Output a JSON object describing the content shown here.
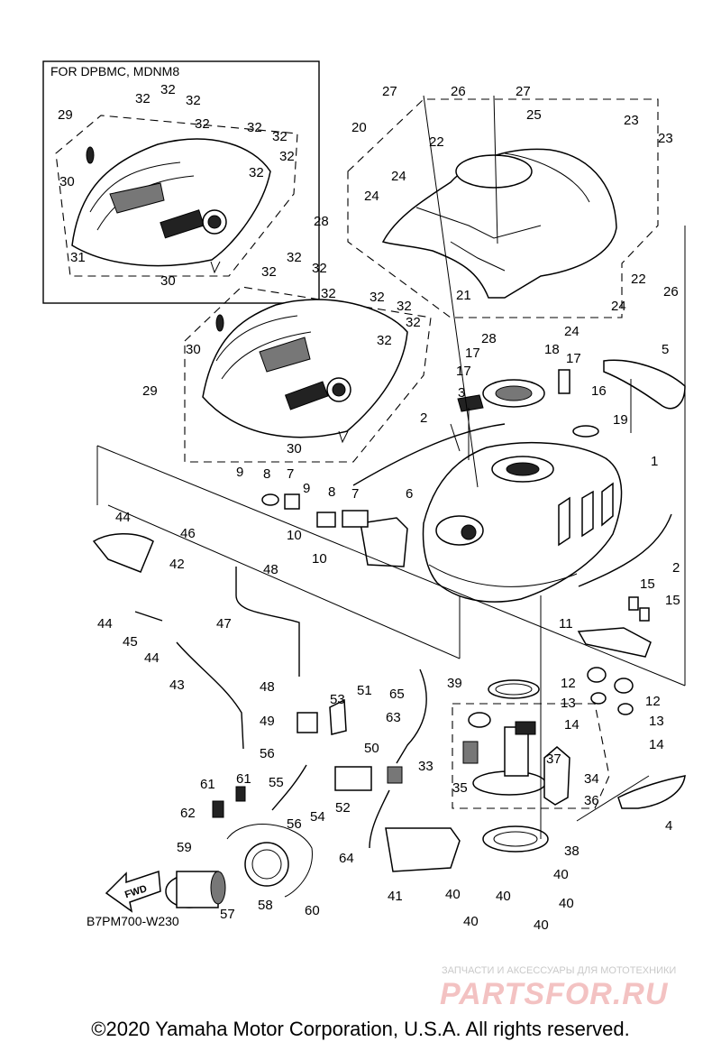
{
  "inset_title": "FOR DPBMC, MDNM8",
  "diagram_code": "B7PM700-W230",
  "fwd_label": "FWD",
  "watermark": {
    "caption": "ЗАПЧАСТИ И АКСЕССУАРЫ ДЛЯ МОТОТЕХНИКИ",
    "logo": "PARTSFOR.RU"
  },
  "copyright": "©2020 Yamaha Motor Corporation, U.S.A. All rights reserved.",
  "callouts": {
    "c1": "1",
    "c2": "2",
    "c3": "3",
    "c4": "4",
    "c5": "5",
    "c6": "6",
    "c7": "7",
    "c8": "8",
    "c9": "9",
    "c10": "10",
    "c11": "11",
    "c12": "12",
    "c13": "13",
    "c14": "14",
    "c15": "15",
    "c16": "16",
    "c17": "17",
    "c18": "18",
    "c19": "19",
    "c20": "20",
    "c21": "21",
    "c22": "22",
    "c23": "23",
    "c24": "24",
    "c25": "25",
    "c26": "26",
    "c27": "27",
    "c28": "28",
    "c29": "29",
    "c30": "30",
    "c31": "31",
    "c32": "32",
    "c33": "33",
    "c34": "34",
    "c35": "35",
    "c36": "36",
    "c37": "37",
    "c38": "38",
    "c39": "39",
    "c40": "40",
    "c41": "41",
    "c42": "42",
    "c43": "43",
    "c44": "44",
    "c45": "45",
    "c46": "46",
    "c47": "47",
    "c48": "48",
    "c49": "49",
    "c50": "50",
    "c51": "51",
    "c52": "52",
    "c53": "53",
    "c54": "54",
    "c55": "55",
    "c56": "56",
    "c57": "57",
    "c58": "58",
    "c59": "59",
    "c60": "60",
    "c61": "61",
    "c62": "62",
    "c63": "63",
    "c64": "64",
    "c65": "65"
  }
}
